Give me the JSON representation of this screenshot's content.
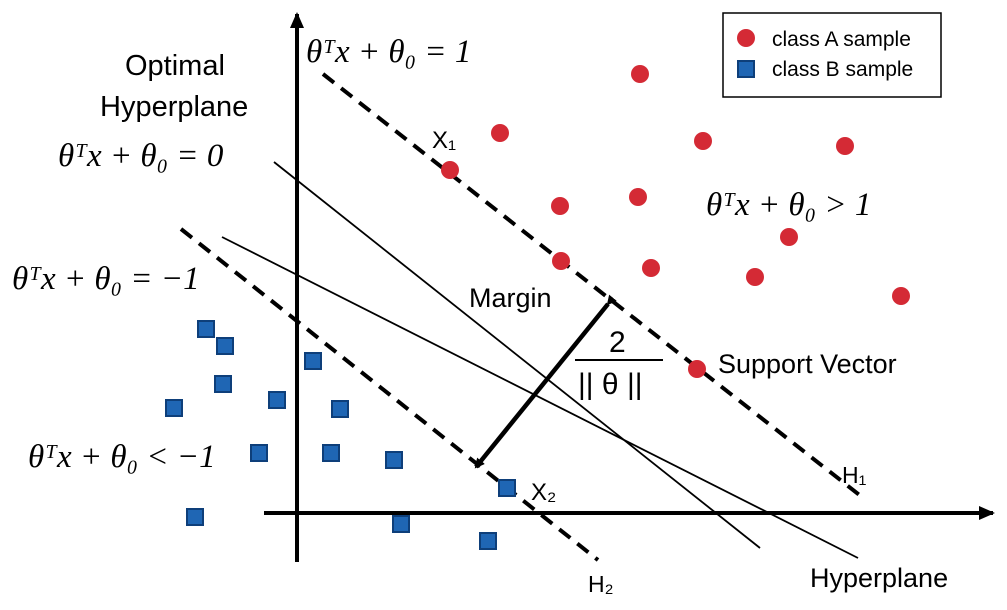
{
  "colors": {
    "class_a": "#d42a35",
    "class_b": "#1f66b4",
    "class_b_border": "#0e3f7a",
    "line": "#000000"
  },
  "legend": {
    "class_a_label": "class A sample",
    "class_b_label": "class B sample"
  },
  "labels": {
    "optimal_hyperplane_line1": "Optimal",
    "optimal_hyperplane_line2": "Hyperplane",
    "margin": "Margin",
    "support_vector": "Support Vector",
    "hyperplane": "Hyperplane",
    "x1": "X₁",
    "x2": "X₂",
    "h1": "H₁",
    "h2": "H₂",
    "margin_formula_num": "2",
    "margin_formula_den": "|| θ ||"
  },
  "equations": {
    "h1": "θᵀx + θ₀ = 1",
    "h0": "θᵀx + θ₀ = 0",
    "h2": "θᵀx + θ₀ = −1",
    "region_a": "θᵀx + θ₀ > 1",
    "region_b": "θᵀx + θ₀ < −1"
  }
}
